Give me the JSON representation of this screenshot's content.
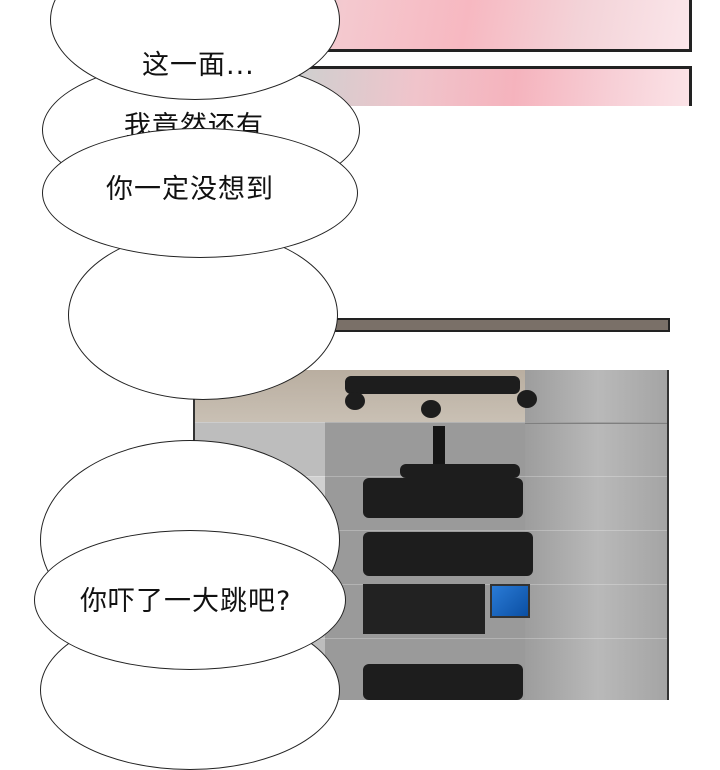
{
  "bubbles": {
    "b1": "这一面...",
    "b2": "我竟然还有",
    "b3": "你一定没想到",
    "b4": "你吓了一大跳吧?"
  }
}
